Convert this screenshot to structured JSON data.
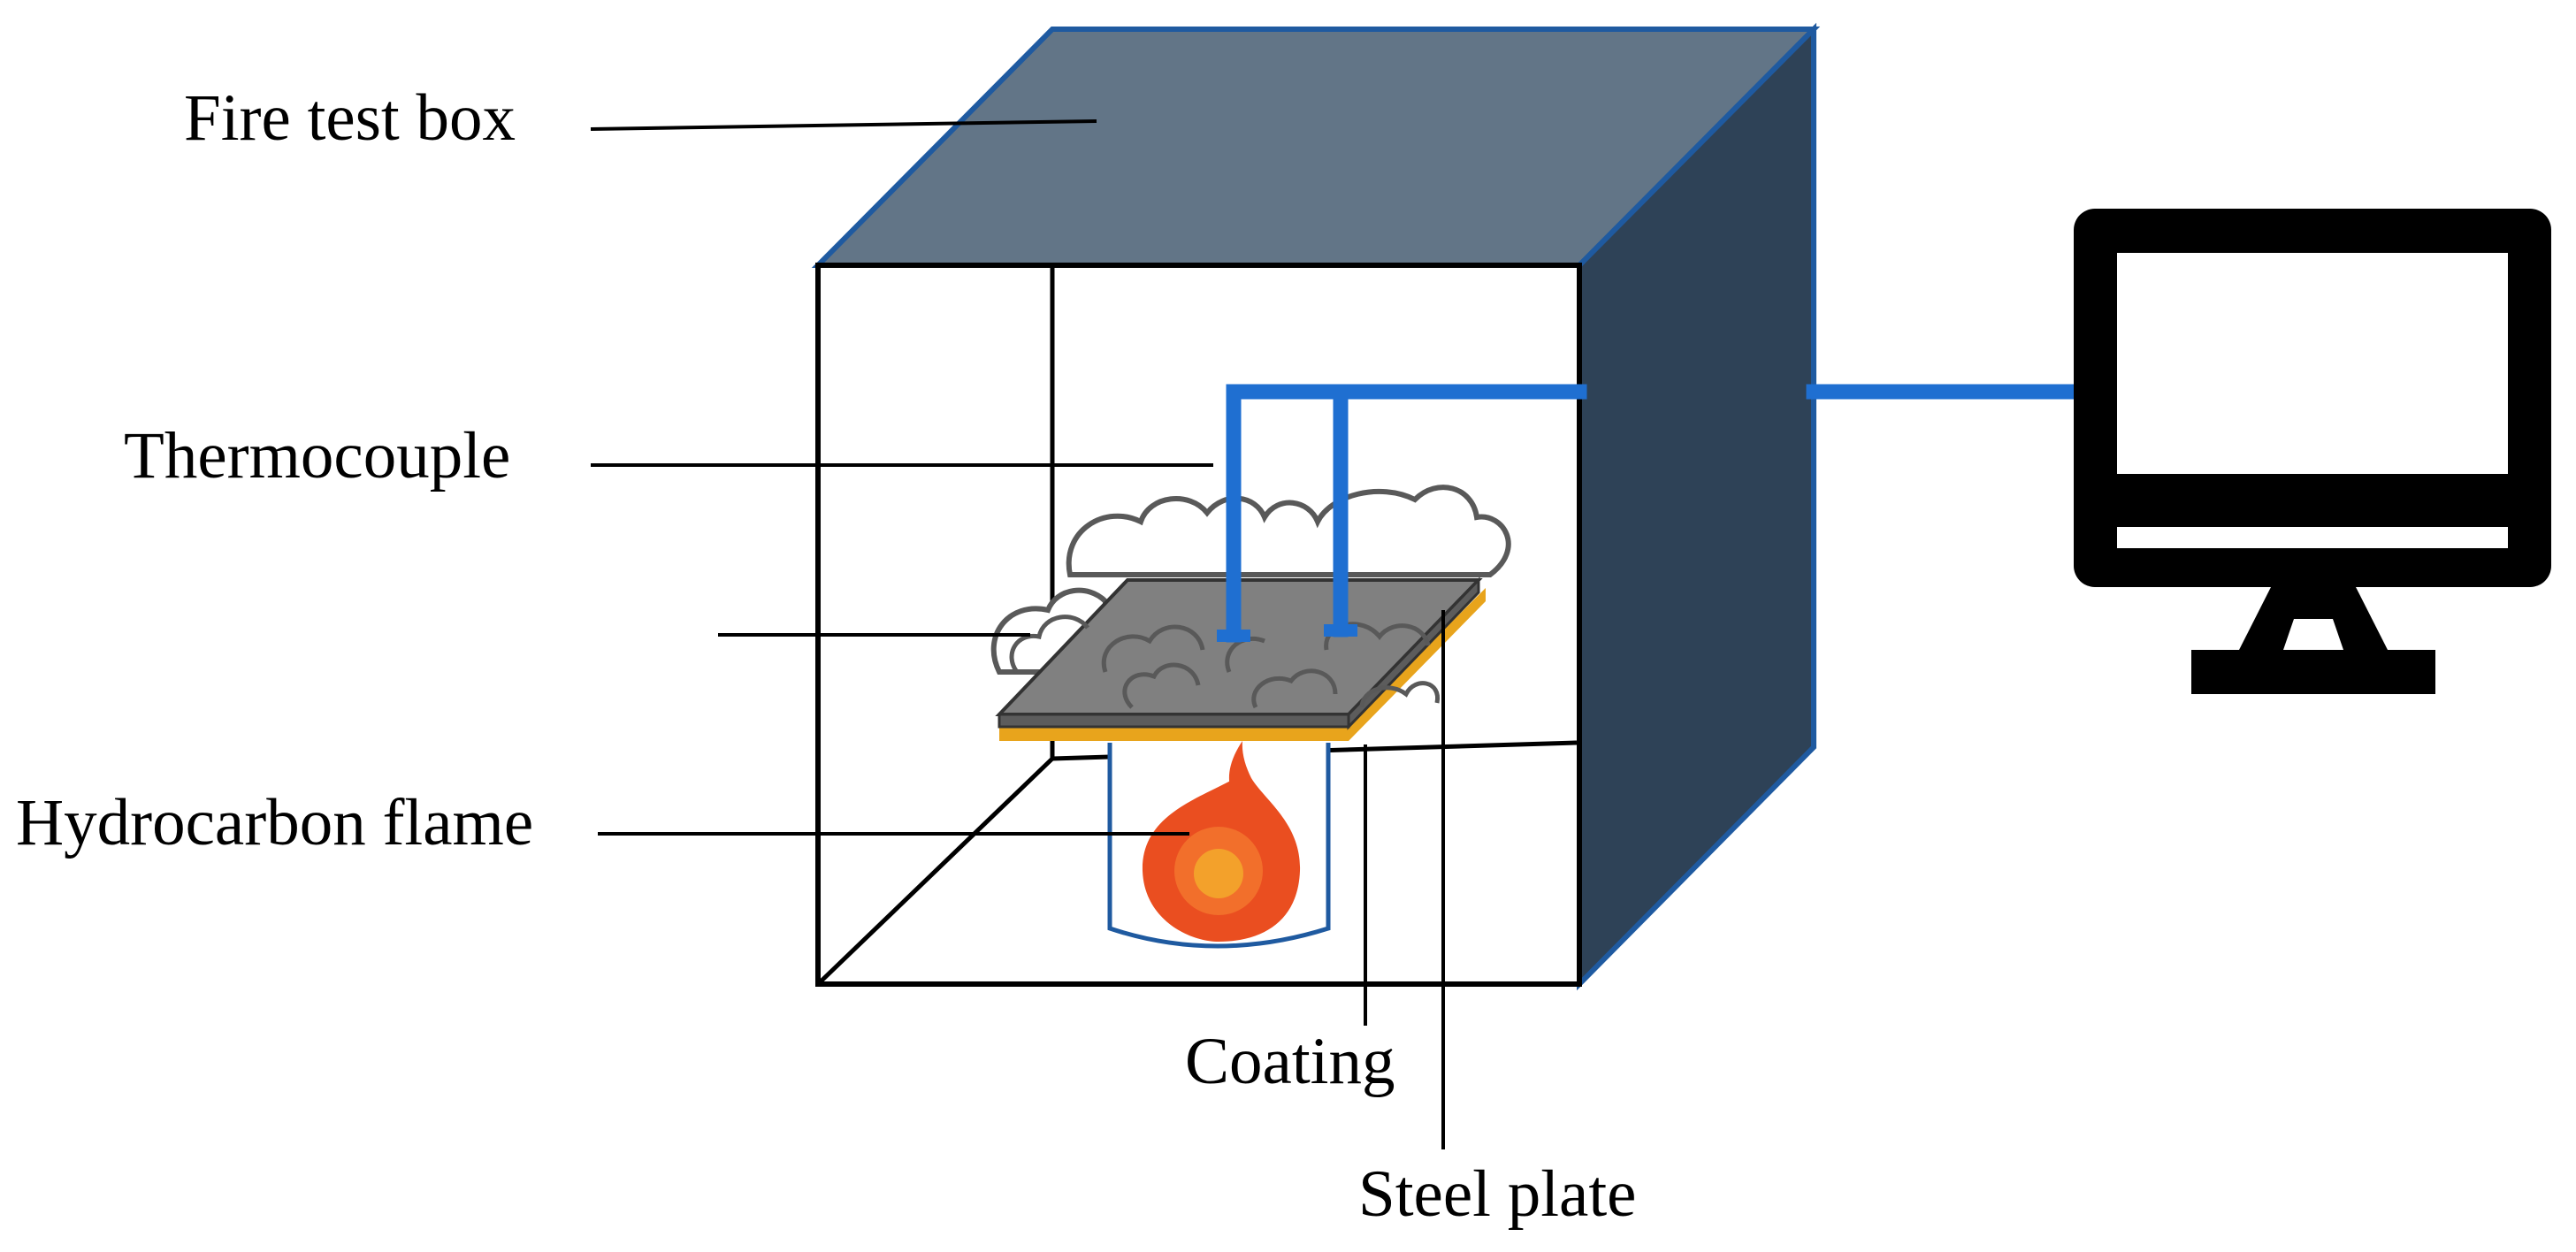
{
  "labels": {
    "fire_test_box": "Fire test box",
    "thermocouple": "Thermocouple",
    "hydrocarbon_flame": "Hydrocarbon flame",
    "coating": "Coating",
    "steel_plate": "Steel plate"
  },
  "colors": {
    "box_top": "#627587",
    "box_side": "#2e4257",
    "box_edge": "#1f5aa0",
    "thermocouple_wire": "#1f6fd1",
    "coating": "#e8a41c",
    "steel_plate": "#808080",
    "smoke_outline": "#595959",
    "flame_outer": "#ea4e20",
    "flame_mid": "#f26f2b",
    "flame_core": "#f3a12b",
    "burner_outline": "#1f5aa0",
    "monitor": "#000000"
  },
  "icons": {
    "monitor": "computer-monitor-icon",
    "flame": "flame-icon",
    "smoke": "smoke-cloud-icon"
  }
}
